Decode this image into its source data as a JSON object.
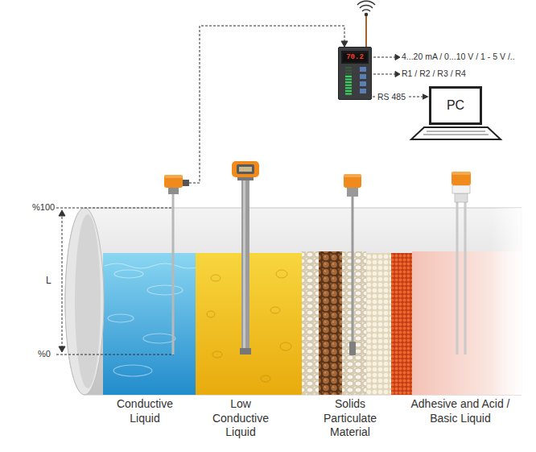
{
  "diagram": {
    "nodes": [
      {
        "text": [
          "70.2"
        ]
      },
      {
        "text": [
          "PC"
        ]
      }
    ],
    "edges": [
      {
        "from": 0,
        "to": 1,
        "arrow": "to",
        "label": "RS 485"
      }
    ],
    "labels": [
      "%100",
      "L",
      "%0",
      "4...20 mA / 0...10 V / 1 - 5 V /..",
      "R1 / R2 / R3 / R4",
      "Conductive Liquid",
      "Low Conductive Liquid",
      "Solids Particulate Material",
      "Adhesive and Acid / Basic Liquid"
    ]
  }
}
